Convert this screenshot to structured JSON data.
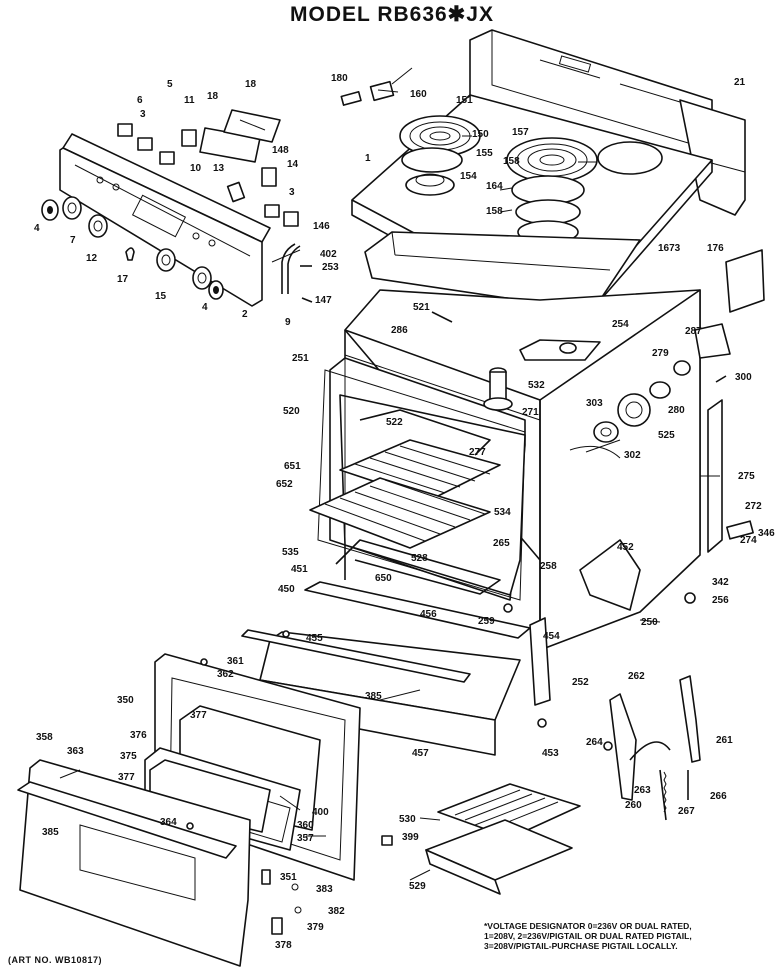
{
  "title": "MODEL RB636✱JX",
  "art_number": "(ART NO. WB10817)",
  "footnote": [
    "*VOLTAGE DESIGNATOR 0=236V OR DUAL RATED,",
    "1=208V, 2=236V/PIGTAIL OR DUAL RATED PIGTAIL,",
    "3=208V/PIGTAIL-PURCHASE PIGTAIL LOCALLY."
  ],
  "part_labels": [
    {
      "id": "l5",
      "text": "5"
    },
    {
      "id": "l6",
      "text": "6"
    },
    {
      "id": "l11",
      "text": "11"
    },
    {
      "id": "l18a",
      "text": "18"
    },
    {
      "id": "l18b",
      "text": "18"
    },
    {
      "id": "l3a",
      "text": "3"
    },
    {
      "id": "l10",
      "text": "10"
    },
    {
      "id": "l13",
      "text": "13"
    },
    {
      "id": "l148",
      "text": "148"
    },
    {
      "id": "l14",
      "text": "14"
    },
    {
      "id": "l1",
      "text": "1"
    },
    {
      "id": "l3b",
      "text": "3"
    },
    {
      "id": "l4a",
      "text": "4"
    },
    {
      "id": "l7",
      "text": "7"
    },
    {
      "id": "l12",
      "text": "12"
    },
    {
      "id": "l17",
      "text": "17"
    },
    {
      "id": "l15",
      "text": "15"
    },
    {
      "id": "l4b",
      "text": "4"
    },
    {
      "id": "l2",
      "text": "2"
    },
    {
      "id": "l146",
      "text": "146"
    },
    {
      "id": "l402",
      "text": "402"
    },
    {
      "id": "l253",
      "text": "253"
    },
    {
      "id": "l147",
      "text": "147"
    },
    {
      "id": "l9",
      "text": "9"
    },
    {
      "id": "l180",
      "text": "180"
    },
    {
      "id": "l160",
      "text": "160"
    },
    {
      "id": "l151",
      "text": "151"
    },
    {
      "id": "l150",
      "text": "150"
    },
    {
      "id": "l155",
      "text": "155"
    },
    {
      "id": "l154",
      "text": "154"
    },
    {
      "id": "l157",
      "text": "157"
    },
    {
      "id": "l158a",
      "text": "158"
    },
    {
      "id": "l164",
      "text": "164"
    },
    {
      "id": "l158b",
      "text": "158"
    },
    {
      "id": "l21",
      "text": "21"
    },
    {
      "id": "l1673",
      "text": "1673"
    },
    {
      "id": "l176",
      "text": "176"
    },
    {
      "id": "l521",
      "text": "521"
    },
    {
      "id": "l286",
      "text": "286"
    },
    {
      "id": "l254",
      "text": "254"
    },
    {
      "id": "l287",
      "text": "287"
    },
    {
      "id": "l279",
      "text": "279"
    },
    {
      "id": "l300",
      "text": "300"
    },
    {
      "id": "l251",
      "text": "251"
    },
    {
      "id": "l532",
      "text": "532"
    },
    {
      "id": "l271",
      "text": "271"
    },
    {
      "id": "l303",
      "text": "303"
    },
    {
      "id": "l280",
      "text": "280"
    },
    {
      "id": "l525",
      "text": "525"
    },
    {
      "id": "l520",
      "text": "520"
    },
    {
      "id": "l522",
      "text": "522"
    },
    {
      "id": "l277",
      "text": "277"
    },
    {
      "id": "l302",
      "text": "302"
    },
    {
      "id": "l651",
      "text": "651"
    },
    {
      "id": "l652",
      "text": "652"
    },
    {
      "id": "l534",
      "text": "534"
    },
    {
      "id": "l275",
      "text": "275"
    },
    {
      "id": "l272",
      "text": "272"
    },
    {
      "id": "l346",
      "text": "346"
    },
    {
      "id": "l274",
      "text": "274"
    },
    {
      "id": "l265",
      "text": "265"
    },
    {
      "id": "l452",
      "text": "452"
    },
    {
      "id": "l535",
      "text": "535"
    },
    {
      "id": "l528",
      "text": "528"
    },
    {
      "id": "l650",
      "text": "650"
    },
    {
      "id": "l451",
      "text": "451"
    },
    {
      "id": "l258",
      "text": "258"
    },
    {
      "id": "l342",
      "text": "342"
    },
    {
      "id": "l450",
      "text": "450"
    },
    {
      "id": "l256",
      "text": "256"
    },
    {
      "id": "l456",
      "text": "456"
    },
    {
      "id": "l259",
      "text": "259"
    },
    {
      "id": "l250",
      "text": "250"
    },
    {
      "id": "l455",
      "text": "455"
    },
    {
      "id": "l454",
      "text": "454"
    },
    {
      "id": "l361",
      "text": "361"
    },
    {
      "id": "l362",
      "text": "362"
    },
    {
      "id": "l262",
      "text": "262"
    },
    {
      "id": "l350",
      "text": "350"
    },
    {
      "id": "l252",
      "text": "252"
    },
    {
      "id": "l385a",
      "text": "385"
    },
    {
      "id": "l377a",
      "text": "377"
    },
    {
      "id": "l376",
      "text": "376"
    },
    {
      "id": "l264",
      "text": "264"
    },
    {
      "id": "l261",
      "text": "261"
    },
    {
      "id": "l358",
      "text": "358"
    },
    {
      "id": "l363",
      "text": "363"
    },
    {
      "id": "l375",
      "text": "375"
    },
    {
      "id": "l457",
      "text": "457"
    },
    {
      "id": "l453",
      "text": "453"
    },
    {
      "id": "l377b",
      "text": "377"
    },
    {
      "id": "l400",
      "text": "400"
    },
    {
      "id": "l263",
      "text": "263"
    },
    {
      "id": "l260",
      "text": "260"
    },
    {
      "id": "l267",
      "text": "267"
    },
    {
      "id": "l266",
      "text": "266"
    },
    {
      "id": "l385b",
      "text": "385"
    },
    {
      "id": "l364",
      "text": "364"
    },
    {
      "id": "l360",
      "text": "360"
    },
    {
      "id": "l357",
      "text": "357"
    },
    {
      "id": "l530",
      "text": "530"
    },
    {
      "id": "l399",
      "text": "399"
    },
    {
      "id": "l351",
      "text": "351"
    },
    {
      "id": "l383",
      "text": "383"
    },
    {
      "id": "l529",
      "text": "529"
    },
    {
      "id": "l382",
      "text": "382"
    },
    {
      "id": "l379",
      "text": "379"
    },
    {
      "id": "l378",
      "text": "378"
    }
  ]
}
